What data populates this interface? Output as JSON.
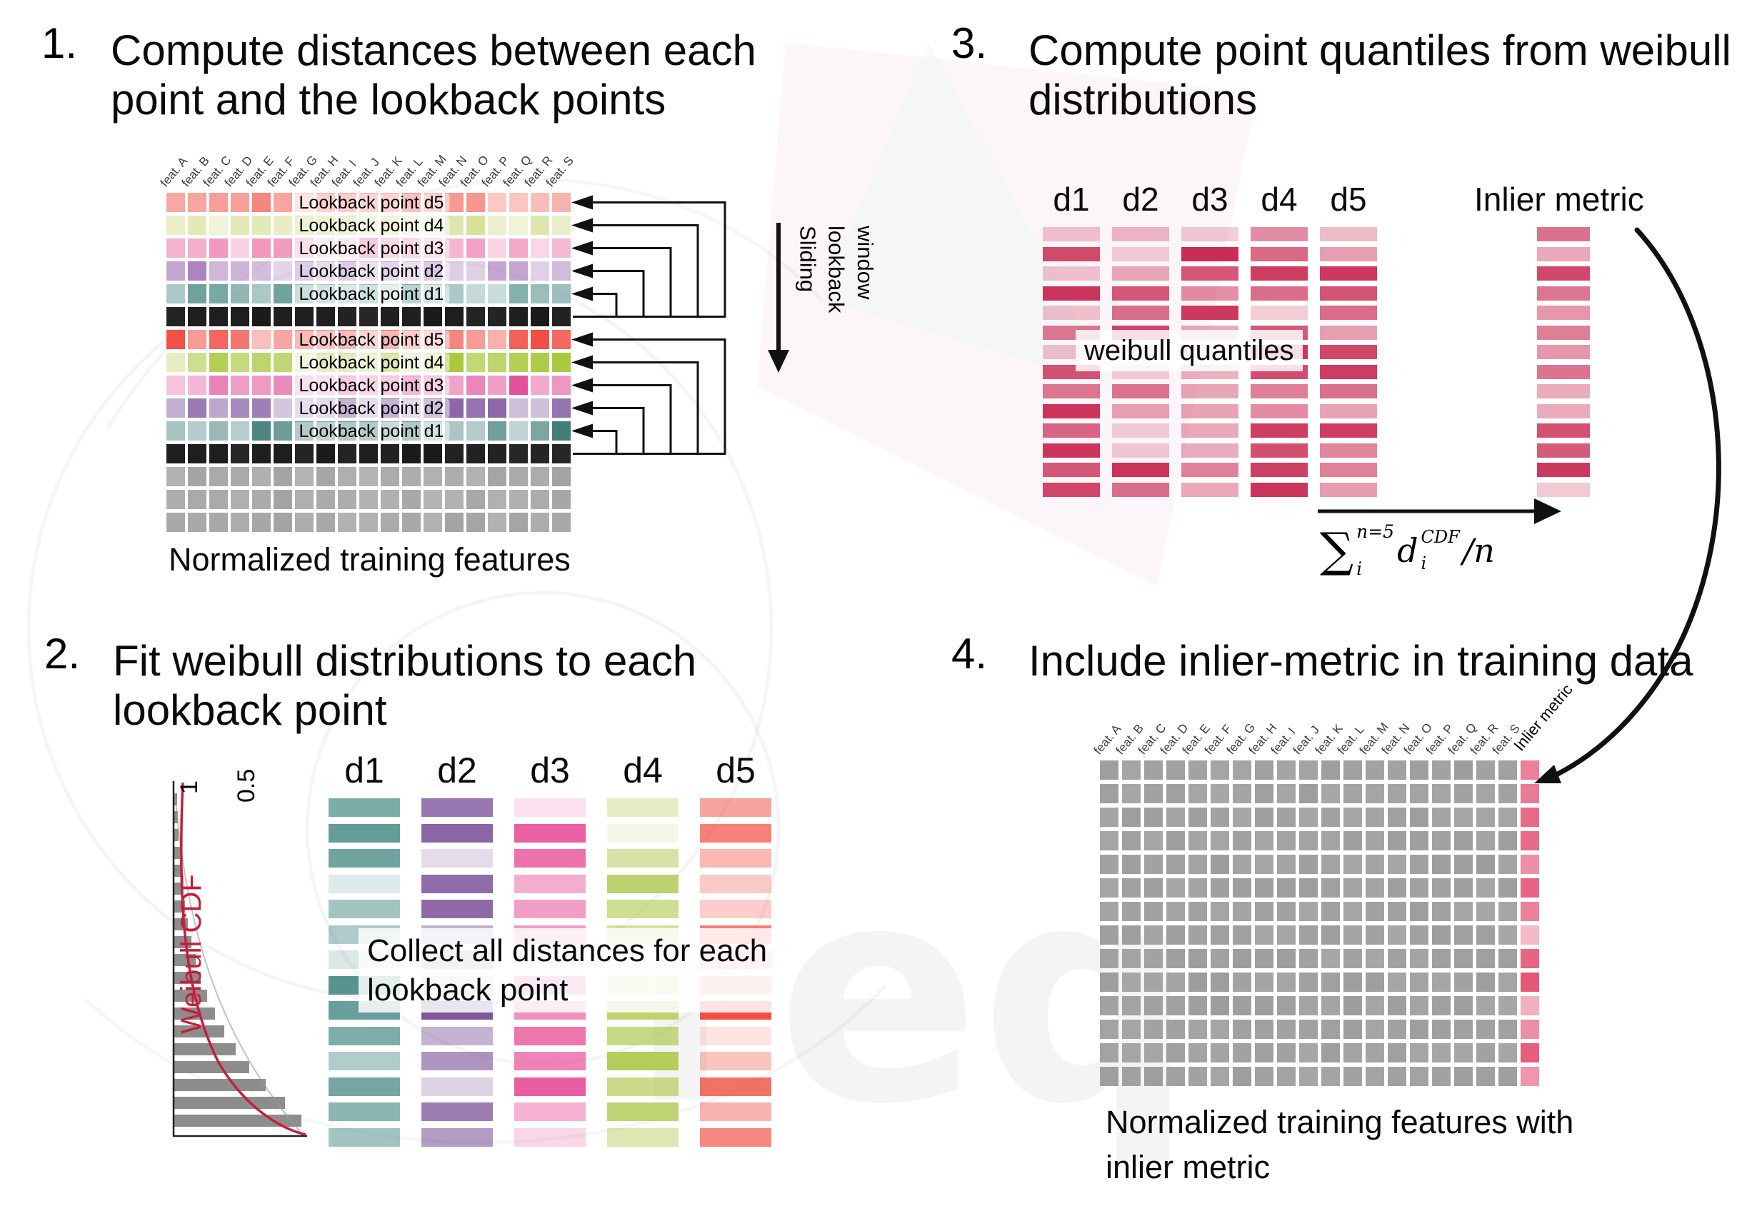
{
  "watermark": {
    "text": "req"
  },
  "panel1": {
    "number": "1.",
    "title": "Compute distances between each point and the lookback points",
    "caption": "Normalized training features",
    "sliding_window_label": "Sliding lookback window",
    "feature_labels": [
      "feat. A",
      "feat. B",
      "feat. C",
      "feat. D",
      "feat. E",
      "feat. F",
      "feat. G",
      "feat. H",
      "feat. I",
      "feat. J",
      "feat. K",
      "feat. L",
      "feat. M",
      "feat. N",
      "feat. O",
      "feat. P",
      "feat. Q",
      "feat. R",
      "feat. S"
    ],
    "rows": [
      {
        "kind": "lookback",
        "label": "Lookback point d5",
        "color": "#f4756c"
      },
      {
        "kind": "lookback",
        "label": "Lookback point d4",
        "color": "#d6e098"
      },
      {
        "kind": "lookback",
        "label": "Lookback point d3",
        "color": "#ee8ab4"
      },
      {
        "kind": "lookback",
        "label": "Lookback point d2",
        "color": "#ad82c0"
      },
      {
        "kind": "lookback",
        "label": "Lookback point d1",
        "color": "#669d99"
      },
      {
        "kind": "current",
        "color": "#1b1b1b"
      },
      {
        "kind": "lookback",
        "label": "Lookback point d5",
        "color": "#f0463c"
      },
      {
        "kind": "lookback",
        "label": "Lookback point d4",
        "color": "#a9c83d"
      },
      {
        "kind": "lookback",
        "label": "Lookback point d3",
        "color": "#e14f98"
      },
      {
        "kind": "lookback",
        "label": "Lookback point d2",
        "color": "#7b4f9c"
      },
      {
        "kind": "lookback",
        "label": "Lookback point d1",
        "color": "#3a7a75"
      },
      {
        "kind": "current",
        "color": "#1b1b1b"
      },
      {
        "kind": "future",
        "color": "#a3a3a3"
      },
      {
        "kind": "future",
        "color": "#a3a3a3"
      },
      {
        "kind": "future",
        "color": "#a3a3a3"
      }
    ]
  },
  "panel2": {
    "number": "2.",
    "title": "Fit weibull distributions to each lookback point",
    "overlay": "Collect all distances for each lookback point",
    "weibull_cdf_label": "Weibull CDF",
    "axis_tick_1": "1",
    "axis_tick_05": "0.5",
    "hist": [
      4,
      5,
      6,
      8,
      10,
      12,
      15,
      19,
      24,
      30,
      37,
      46,
      57,
      70,
      86,
      105,
      128,
      155,
      178
    ],
    "columns": [
      {
        "name": "d1",
        "color": "#4e8d89"
      },
      {
        "name": "d2",
        "color": "#7a5198"
      },
      {
        "name": "d3",
        "color": "#e8549b"
      },
      {
        "name": "d4",
        "color": "#b3cb57"
      },
      {
        "name": "d5",
        "color": "#f04a3e"
      }
    ]
  },
  "panel3": {
    "number": "3.",
    "title": "Compute point quantiles from weibull distributions",
    "overlay": "weibull quantiles",
    "inlier_label": "Inlier metric",
    "column_names": [
      "d1",
      "d2",
      "d3",
      "d4",
      "d5"
    ],
    "bar_color": "#c92d55",
    "formula": {
      "sum": "∑",
      "sum_sup": "n=5",
      "sum_sub": "i",
      "var": "d",
      "var_sub": "i",
      "var_sup": "CDF",
      "tail": "/n"
    }
  },
  "panel4": {
    "number": "4.",
    "title": "Include inlier-metric in training data",
    "caption": "Normalized training features with inlier metric",
    "feature_labels": [
      "feat. A",
      "feat. B",
      "feat. C",
      "feat. D",
      "feat. E",
      "feat. F",
      "feat. G",
      "feat. H",
      "feat. I",
      "feat. J",
      "feat. K",
      "feat. L",
      "feat. M",
      "feat. N",
      "feat. O",
      "feat. P",
      "feat. Q",
      "feat. R",
      "feat. S",
      "Inlier metric"
    ],
    "cell_color": "#9d9d9d",
    "inlier_color": "#e24a6c"
  }
}
